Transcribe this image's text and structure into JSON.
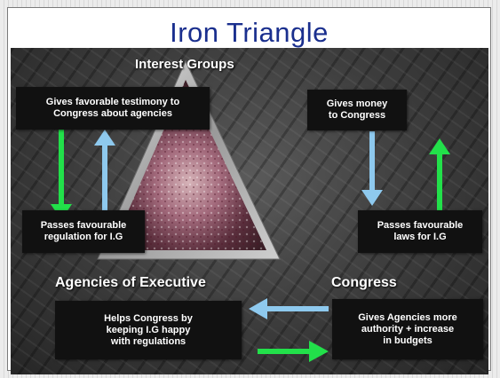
{
  "title": "Iron Triangle",
  "vertices": {
    "top": "Interest Groups",
    "left": "Agencies of Executive",
    "right": "Congress"
  },
  "boxes": {
    "ig_to_agencies": [
      "Gives favorable testimony to",
      "Congress about agencies"
    ],
    "agencies_to_ig": [
      "Passes favourable",
      "regulation for I.G"
    ],
    "ig_to_congress": [
      "Gives money",
      "to Congress"
    ],
    "congress_to_ig": [
      "Passes favourable",
      "laws for I.G"
    ],
    "agencies_to_congress": [
      "Helps Congress by",
      "keeping I.G happy",
      "with regulations"
    ],
    "congress_to_agencies": [
      "Gives Agencies more",
      "authority + increase",
      "in budgets"
    ]
  },
  "colors": {
    "title": "#1a2f8e",
    "green_arrow": "#22e04a",
    "blue_arrow": "#8ec9ee",
    "box_bg": "#111111"
  },
  "icons": {
    "center_image": "triangle-collage-image"
  }
}
